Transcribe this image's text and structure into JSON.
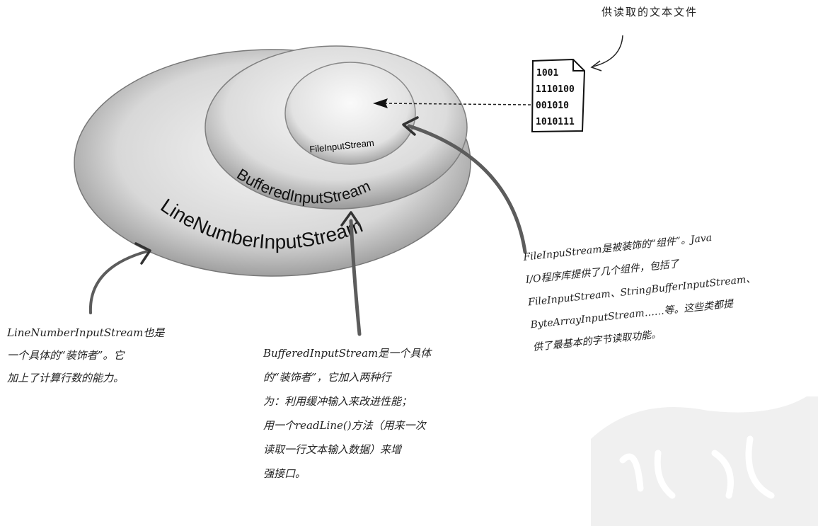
{
  "file_caption": "供读取的文本文件",
  "file_lines": [
    "1001",
    "1110100",
    "001010",
    "1010111"
  ],
  "layers": {
    "inner": "FileInputStream",
    "middle": "BufferedInputStream",
    "outer": "LineNumberInputStream"
  },
  "notes": {
    "line_number": [
      "LineNumberInputStream也是",
      "一个具体的“装饰者”。它",
      "加上了计算行数的能力。"
    ],
    "buffered": [
      "BufferedInputStream是一个具体",
      "的“装饰者”，它加入两种行",
      "为：利用缓冲输入来改进性能；",
      "用一个readLine()方法（用来一次",
      "读取一行文本输入数据）来增",
      "强接口。"
    ],
    "file_input": [
      "FileInpuStream是被装饰的“组件”。Java",
      "I/O程序库提供了几个组件，包括了",
      "FileInputStream、StringBufferInputStream、",
      "ByteArrayInputStream……等。这些类都提",
      "供了最基本的字节读取功能。"
    ]
  }
}
